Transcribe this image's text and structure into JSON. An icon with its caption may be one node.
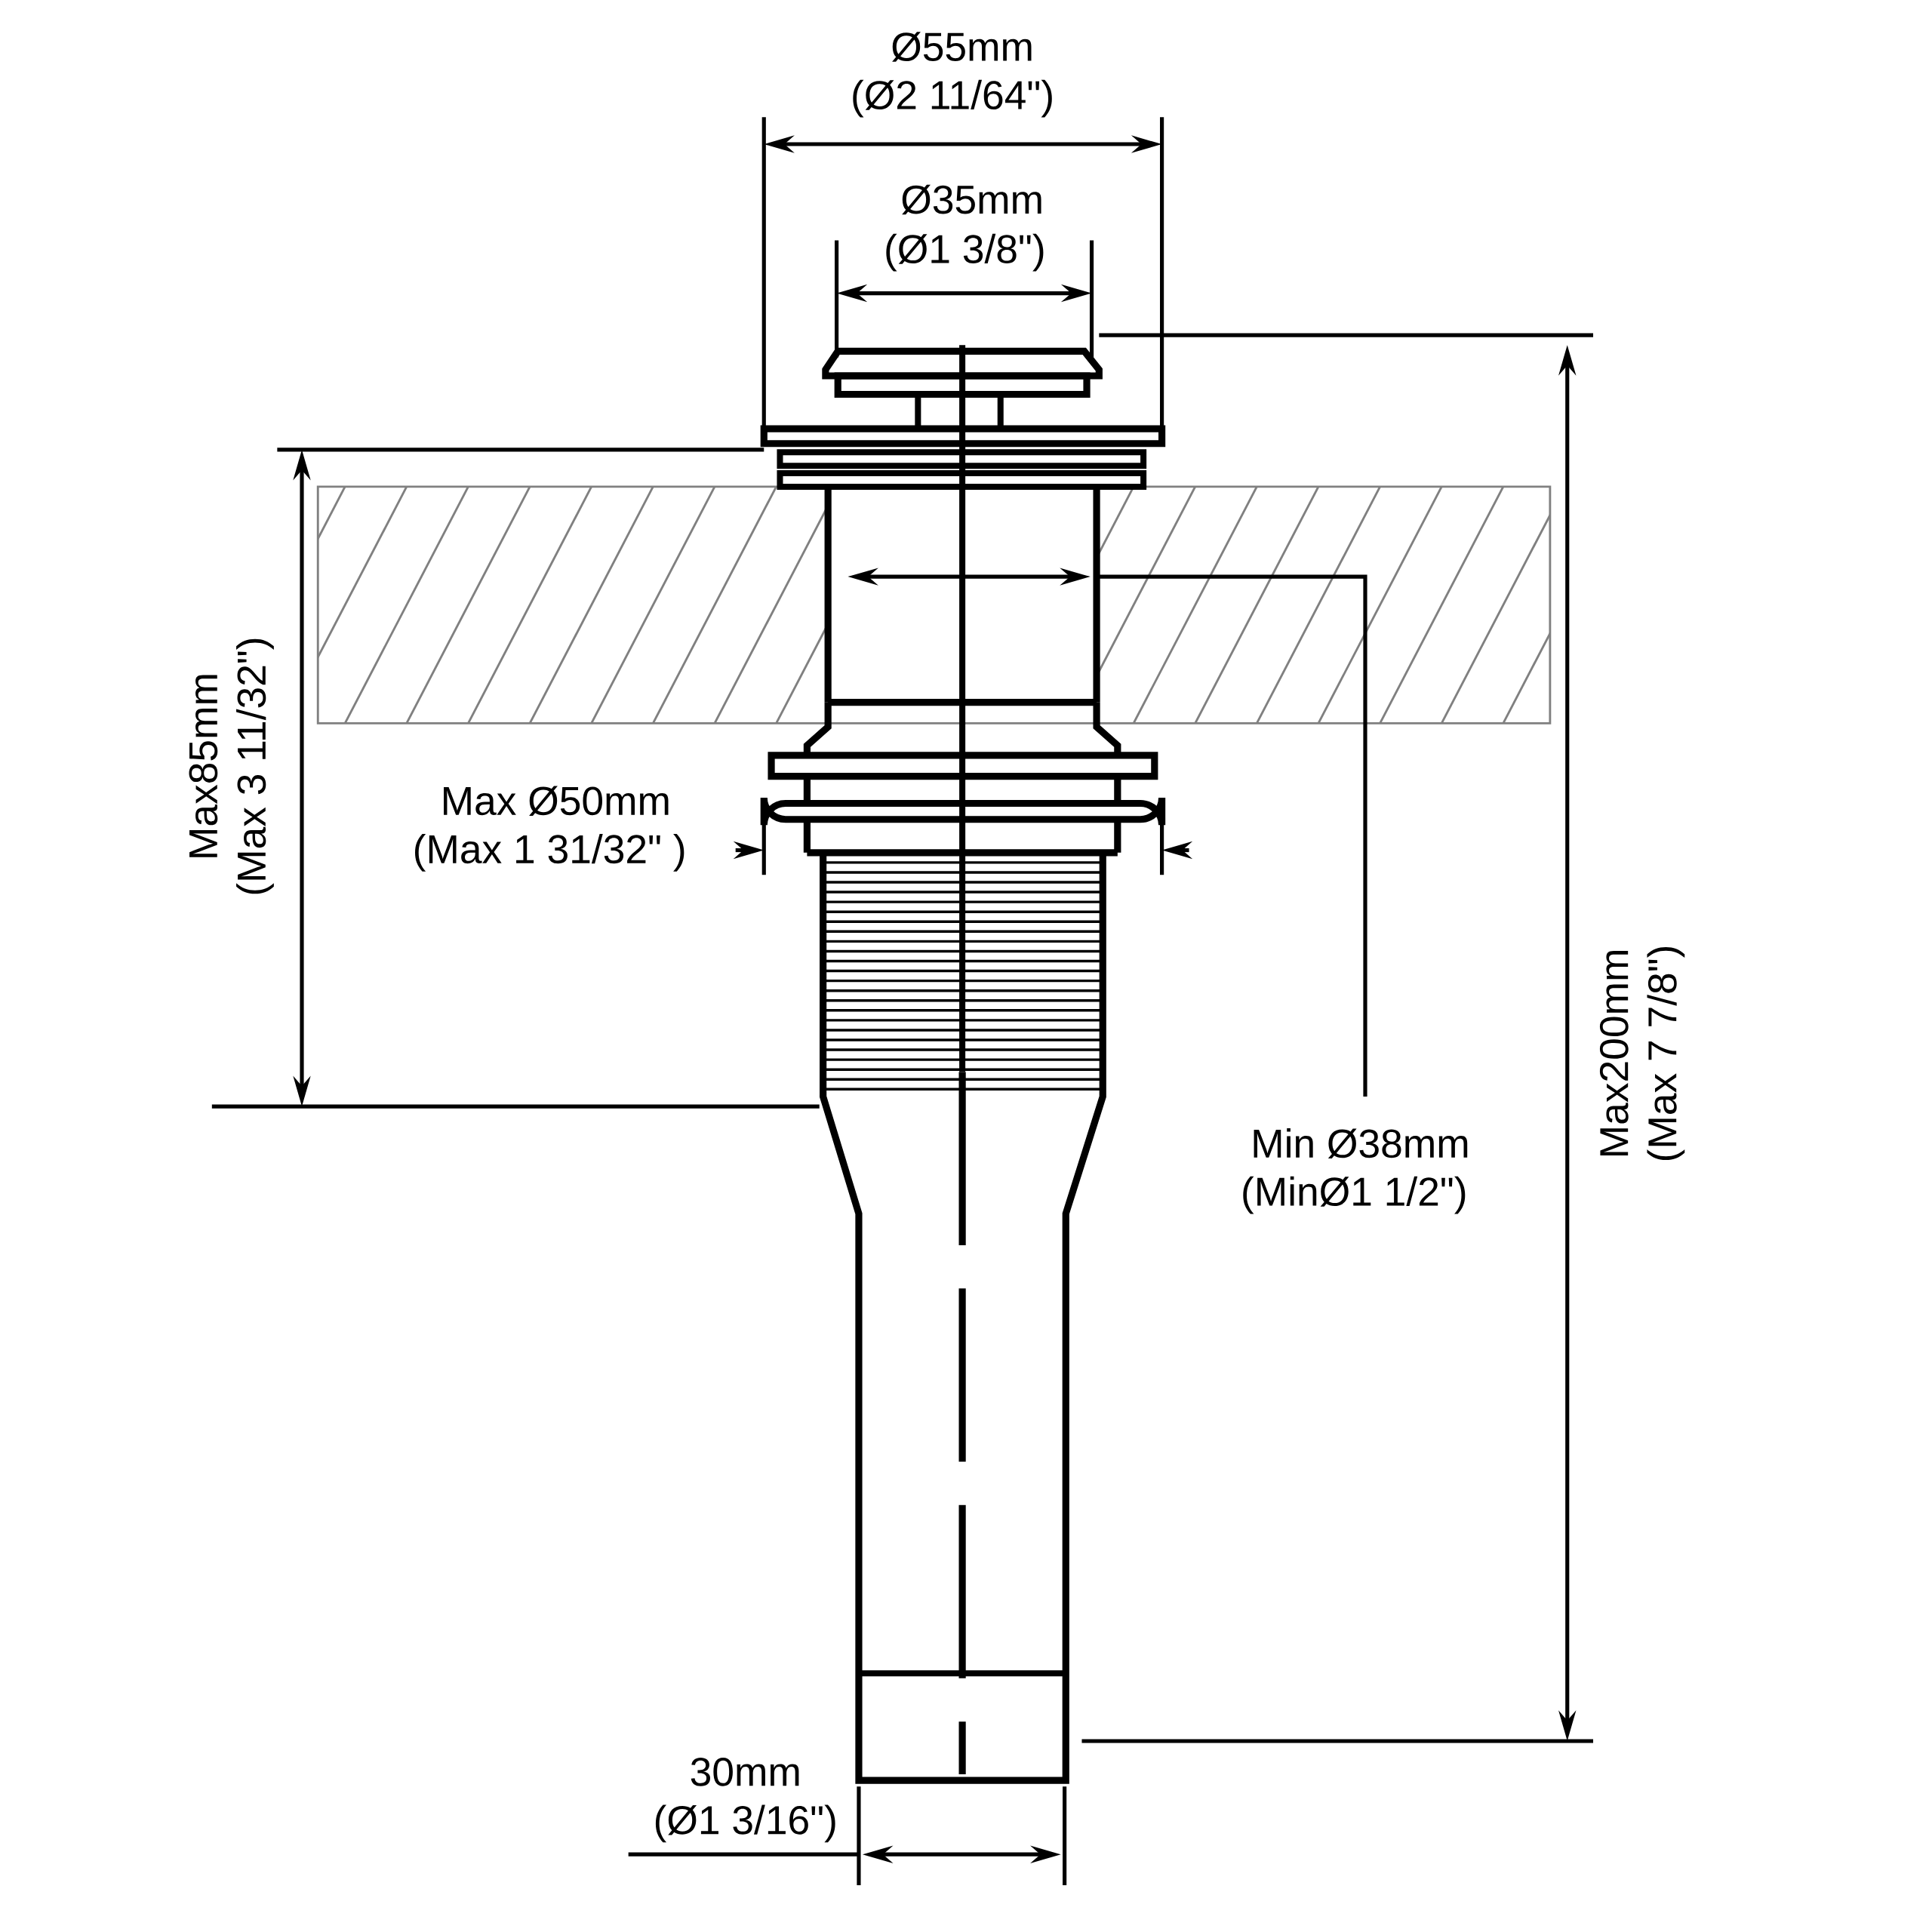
{
  "diagram": {
    "labels": [
      "Ø55mm",
      "(Ø2 11/64\")",
      "Ø35mm",
      "(Ø1 3/8\")",
      "Max85mm",
      "(Max 3 11/32\")",
      "Max Ø50mm",
      "(Max 1 31/32\" )",
      "Min Ø38mm",
      "(MinØ1 1/2\")",
      "Max200mm",
      "(Max 7 7/8\")",
      "30mm",
      "(Ø1 3/16\")"
    ]
  }
}
